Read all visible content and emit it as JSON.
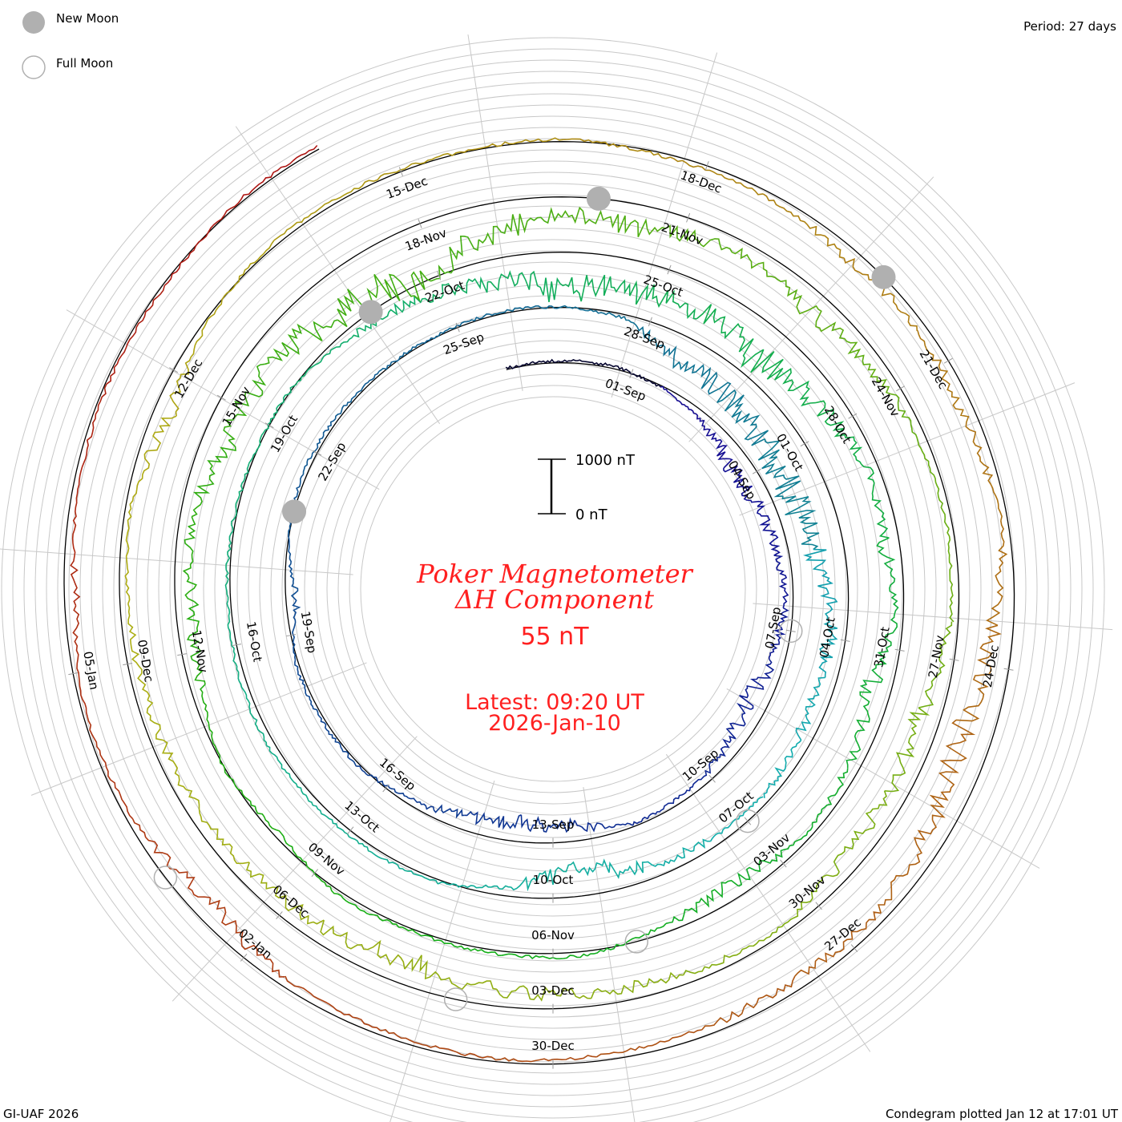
{
  "legend": {
    "new_moon": "New Moon",
    "full_moon": "Full Moon",
    "moon_color": "#b0b0b0"
  },
  "period_label": "Period: 27 days",
  "footer_left": "GI-UAF 2026",
  "footer_right": "Condegram plotted Jan 12 at 17:01 UT",
  "scale": {
    "top_label": "1000 nT",
    "bottom_label": "0 nT"
  },
  "title": {
    "line1": "Poker Magnetometer",
    "line2": "ΔH Component",
    "value": "55 nT",
    "latest": "Latest: 09:20 UT",
    "date": "2026-Jan-10",
    "color": "#ff2020"
  },
  "chart_data": {
    "type": "line",
    "title": "Poker Magnetometer ΔH Component",
    "period_days": 27,
    "units": "nT",
    "start_day_offset_from_sep01": -2.4,
    "end_day_offset_from_sep01": 131.4,
    "date_labels": [
      "01-Sep",
      "04-Sep",
      "07-Sep",
      "10-Sep",
      "13-Sep",
      "16-Sep",
      "19-Sep",
      "22-Sep",
      "25-Sep",
      "28-Sep",
      "01-Oct",
      "04-Oct",
      "07-Oct",
      "10-Oct",
      "13-Oct",
      "16-Oct",
      "19-Oct",
      "22-Oct",
      "25-Oct",
      "28-Oct",
      "31-Oct",
      "03-Nov",
      "06-Nov",
      "09-Nov",
      "12-Nov",
      "15-Nov",
      "18-Nov",
      "21-Nov",
      "24-Nov",
      "27-Nov",
      "30-Nov",
      "03-Dec",
      "06-Dec",
      "09-Dec",
      "12-Dec",
      "15-Dec",
      "18-Dec",
      "21-Dec",
      "24-Dec",
      "27-Dec",
      "30-Dec",
      "02-Jan",
      "05-Jan"
    ],
    "label_step_days": 3,
    "new_moons_day_offset": [
      20,
      50,
      80,
      110
    ],
    "full_moons_day_offset": [
      6,
      36,
      65,
      94,
      124
    ],
    "daily_dH_nT": [
      20,
      30,
      40,
      -20,
      -150,
      -350,
      -300,
      -200,
      -150,
      -250,
      -400,
      -200,
      -100,
      -50,
      -300,
      -350,
      -250,
      -100,
      40,
      60,
      50,
      -200,
      20,
      80,
      60,
      30,
      20,
      50,
      10,
      -60,
      -450,
      -500,
      -600,
      -700,
      -550,
      -300,
      -300,
      -250,
      -150,
      -150,
      -250,
      -500,
      -200,
      60,
      80,
      100,
      120,
      100,
      60,
      40,
      20,
      10,
      -150,
      -250,
      -400,
      -700,
      -550,
      -500,
      -650,
      -450,
      -200,
      -300,
      -150,
      -400,
      -200,
      -100,
      -300,
      -150,
      80,
      60,
      40,
      80,
      -100,
      20,
      -200,
      -300,
      -200,
      -500,
      -400,
      -700,
      -900,
      -600,
      -300,
      -450,
      -200,
      -400,
      -250,
      -150,
      -100,
      -150,
      -400,
      -350,
      -300,
      -100,
      -200,
      -250,
      -300,
      -450,
      -300,
      -250,
      -200,
      -200,
      -150,
      -100,
      -300,
      -50,
      80,
      60,
      20,
      40,
      -60,
      -100,
      -200,
      -150,
      -250,
      -100,
      -350,
      -600,
      -400,
      -200,
      -200,
      -150,
      -100,
      -50,
      -100,
      -150,
      -350,
      -100,
      -50,
      -200,
      -100,
      -50,
      -50,
      55
    ]
  }
}
